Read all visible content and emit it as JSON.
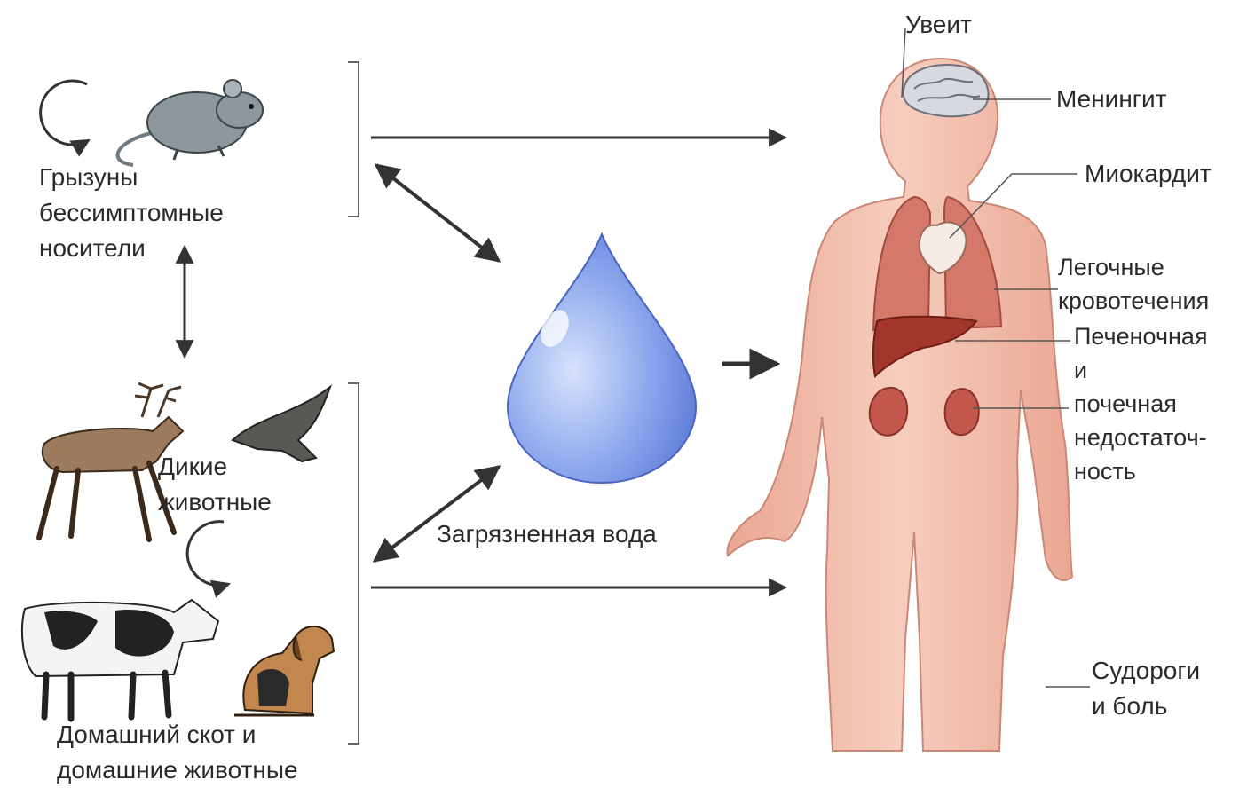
{
  "sources": {
    "rodents": "Грызуны\nбессимптомные\nносители",
    "wild": "Дикие\nживотные",
    "domestic": "Домашний скот и\nдомашние животные"
  },
  "medium": {
    "water": "Загрязненная вода"
  },
  "symptoms": {
    "uveitis": "Увеит",
    "meningitis": "Менингит",
    "myocarditis": "Миокардит",
    "pulmonary": "Легочные\nкровотечения",
    "renal_hepatic": "Печеночная\nи\nпочечная\nнедостаточ-\nность",
    "cramps": "Судороги\nи боль"
  },
  "colors": {
    "skin": "#f2b8a6",
    "water": "#6f8fe0",
    "arrow": "#333333"
  }
}
